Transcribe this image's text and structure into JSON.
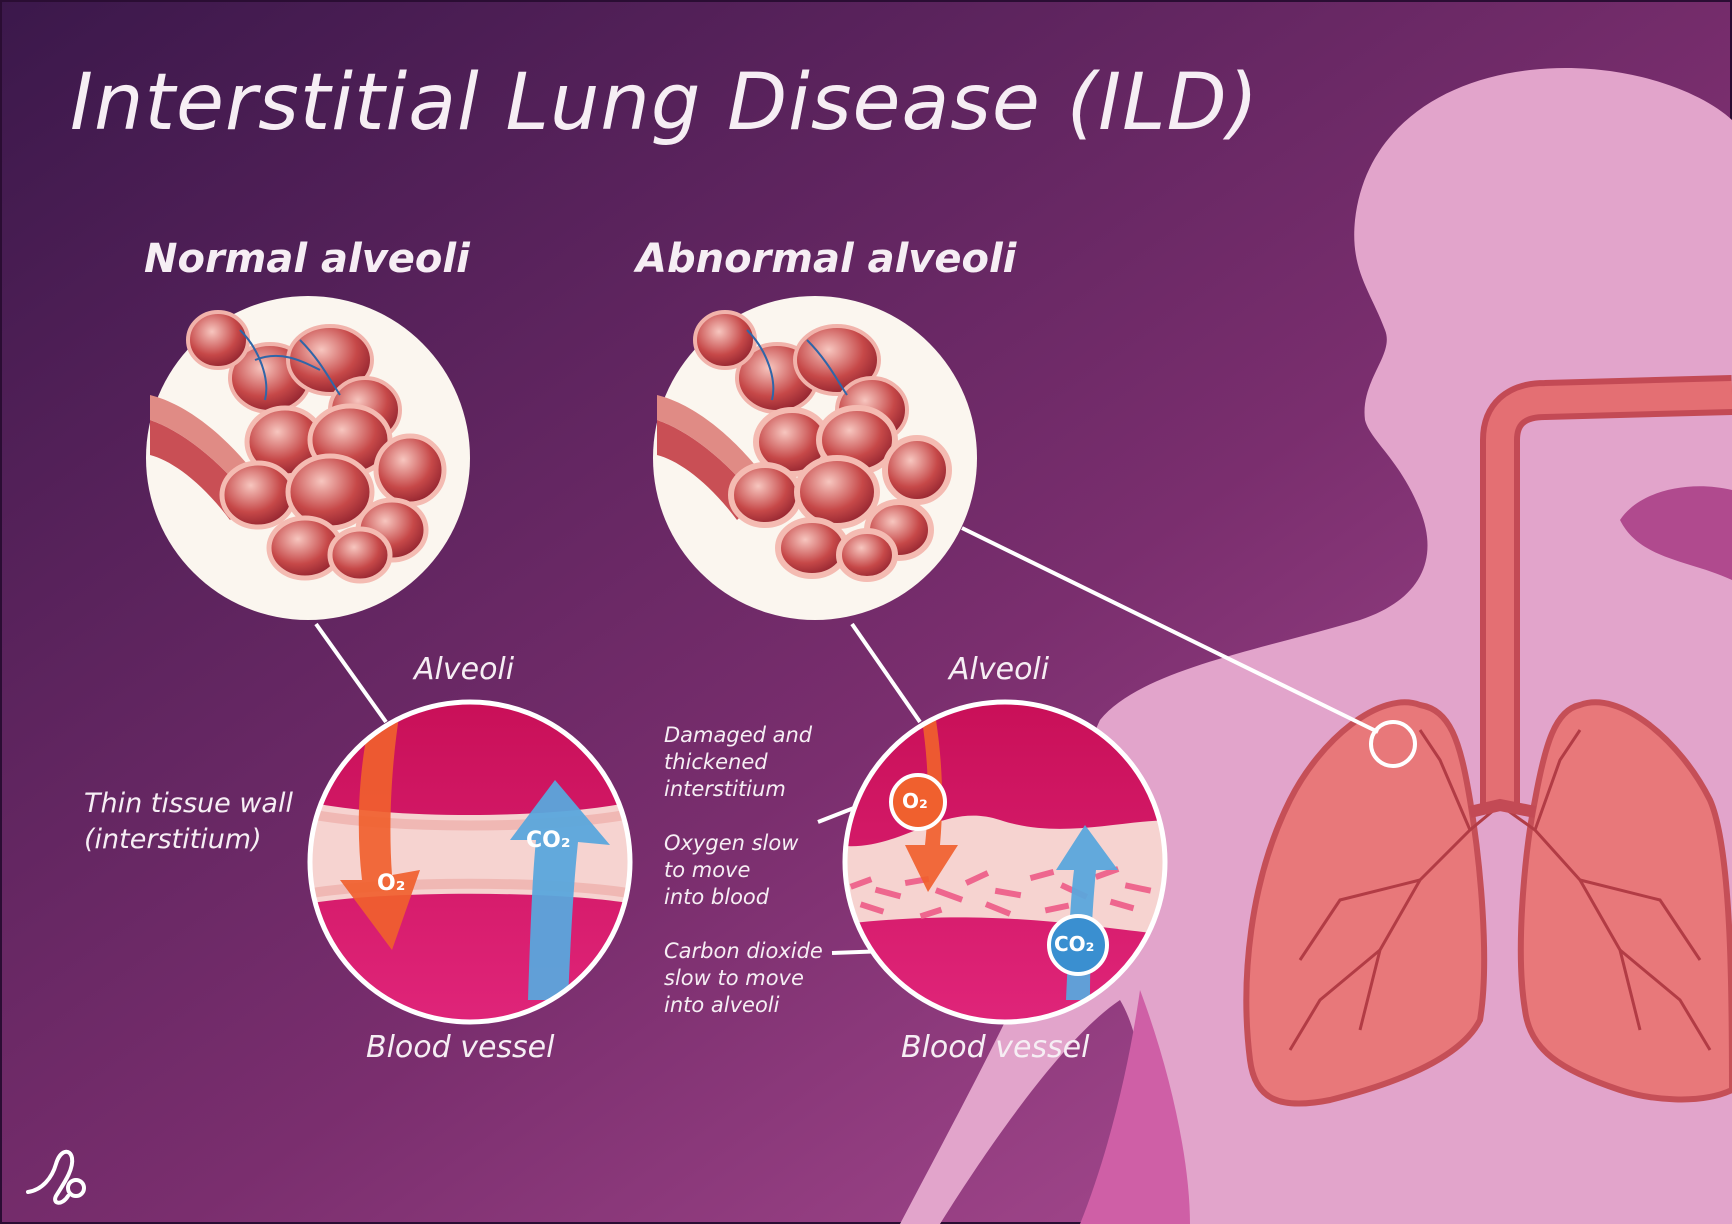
{
  "title": "Interstitial Lung Disease (ILD)",
  "panels": {
    "normal": {
      "heading": "Normal alveoli",
      "top_label": "Alveoli",
      "bottom_label": "Blood vessel",
      "side_label_line1": "Thin tissue wall",
      "side_label_line2": "(interstitium)",
      "o2": "O₂",
      "co2": "CO₂"
    },
    "abnormal": {
      "heading": "Abnormal alveoli",
      "top_label": "Alveoli",
      "bottom_label": "Blood vessel",
      "note1_line1": "Damaged and",
      "note1_line2": "thickened",
      "note1_line3": "interstitium",
      "note2_line1": "Oxygen slow",
      "note2_line2": "to move",
      "note2_line3": "into blood",
      "note3_line1": "Carbon dioxide",
      "note3_line2": "slow to move",
      "note3_line3": "into alveoli",
      "o2": "O₂",
      "co2": "CO₂"
    }
  },
  "colors": {
    "background_dark": "#3d1a4f",
    "background_light": "#a94a8a",
    "body_silhouette": "#e2a4cb",
    "lung": "#e8787a",
    "vessel": "#d8145e",
    "tissue": "#f6d3d0",
    "oxygen_arrow": "#f0602e",
    "co2_arrow": "#5aa6dc"
  },
  "icons": {
    "logo": "logo-glyph-icon"
  }
}
